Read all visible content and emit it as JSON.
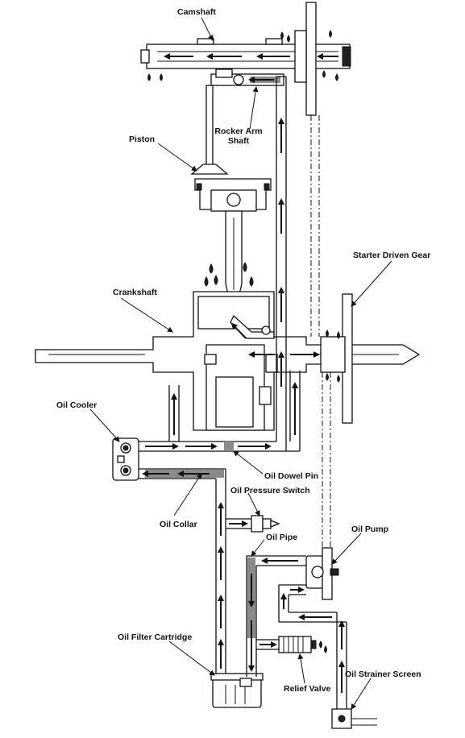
{
  "labels": {
    "camshaft": "Camshaft",
    "rocker_arm_shaft_line1": "Rocker Arm",
    "rocker_arm_shaft_line2": "Shaft",
    "piston": "Piston",
    "starter_driven_gear": "Starter Driven Gear",
    "crankshaft": "Crankshaft",
    "oil_cooler": "Oil Cooler",
    "oil_dowel_pin": "Oil Dowel Pin",
    "oil_pressure_switch": "Oil Pressure Switch",
    "oil_collar": "Oil Collar",
    "oil_pipe": "Oil Pipe",
    "oil_pump": "Oil Pump",
    "oil_filter_cartridge": "Oil Filter Cartridge",
    "relief_valve": "Relief Valve",
    "oil_strainer_screen": "Oil Strainer Screen"
  }
}
